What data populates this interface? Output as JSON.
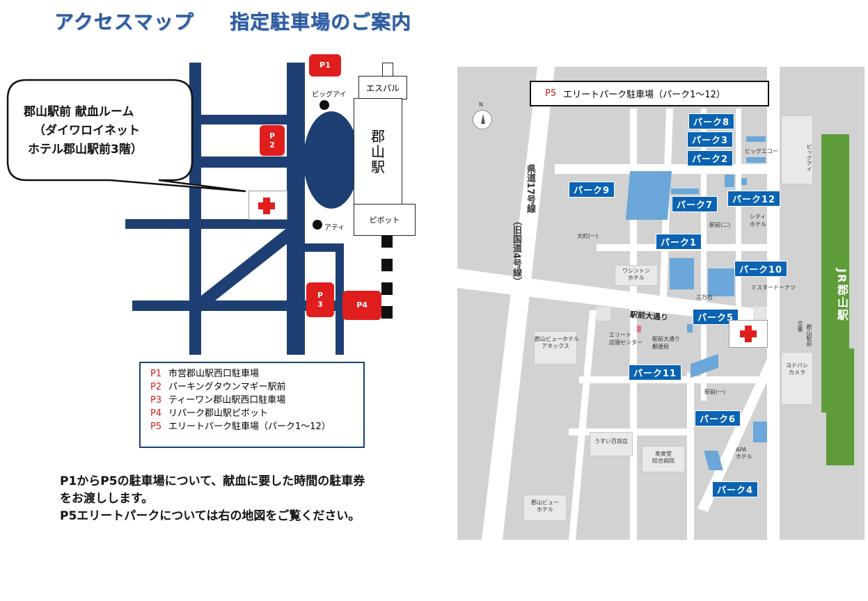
{
  "header": {
    "access_map": "アクセスマップ",
    "parking_guide": "指定駐車場のご案内"
  },
  "callout": {
    "line1": "郡山駅前 献血ルーム",
    "line2": "（ダイワロイネット",
    "line3": "ホテル郡山駅前3階）"
  },
  "left_map": {
    "p1": "P1",
    "p2": "P\n2",
    "p3": "P\n3",
    "p4": "P4",
    "big_eye": "ビッグアイ",
    "esupal": "エスパル",
    "station": "郡\n山\n駅",
    "pivot": "ピボット",
    "ati": "アティ"
  },
  "legend": {
    "items": [
      {
        "code": "P1",
        "name": "市営郡山駅西口駐車場"
      },
      {
        "code": "P2",
        "name": "パーキングタウンマギー駅前"
      },
      {
        "code": "P3",
        "name": "ティーワン郡山駅西口駐車場"
      },
      {
        "code": "P4",
        "name": "リパーク郡山駅ピボット"
      },
      {
        "code": "P5",
        "name": "エリートパーク駐車場（パーク1～12）"
      }
    ]
  },
  "note": {
    "line1": "P1からP5の駐車場について、献血に要した時間の駐車券",
    "line2": "をお渡しします。",
    "line3": "P5エリートパークについては右の地図をご覧ください。"
  },
  "right_map": {
    "header_code": "P5",
    "header_text": "エリートパーク駐車場（パーク1～12）",
    "north": "N",
    "parks": {
      "p1": "パーク1",
      "p2": "パーク2",
      "p3": "パーク3",
      "p4": "パーク4",
      "p5": "パーク5",
      "p6": "パーク6",
      "p7": "パーク7",
      "p8": "パーク8",
      "p9": "パーク9",
      "p10": "パーク10",
      "p11": "パーク11",
      "p12": "パーク12"
    },
    "labels": {
      "route17": "県道17号線",
      "old_route4": "（旧国道4号線）",
      "jr_station": "JR郡山駅",
      "ekimae_street": "駅前大通り",
      "omachi": "大町(一)",
      "ekimae2": "駅前(二)",
      "ekimae1": "駅前(一)",
      "washington": "ワシントン\nホテル",
      "mister_donut": "ミスタードーナツ",
      "sanmanseki": "三万石",
      "view_hotel_annex": "郡山ビューホテル\nアネックス",
      "elite_center": "エリート\n店頭センター",
      "post_office": "駅前大通り\n郵便局",
      "usui": "うすい百貨店",
      "jusendo": "寿泉堂\n綜合病院",
      "apa": "APA\nホテル",
      "view_hotel": "郡山ビュー\nホテル",
      "big_eco": "ビッグエコー",
      "big_eye": "ビッグアイ",
      "city_hotel": "シティ\nホテル",
      "yodobashi": "ヨドバシ\nカメラ",
      "koban": "交番",
      "station_front": "郡山駅前"
    }
  },
  "colors": {
    "road_navy": "#1e3f73",
    "parking_red": "#e01e1e",
    "park_label_blue": "#0b63b3",
    "lot_blue": "#6ba7d8",
    "rail_green": "#5e9c3a"
  }
}
